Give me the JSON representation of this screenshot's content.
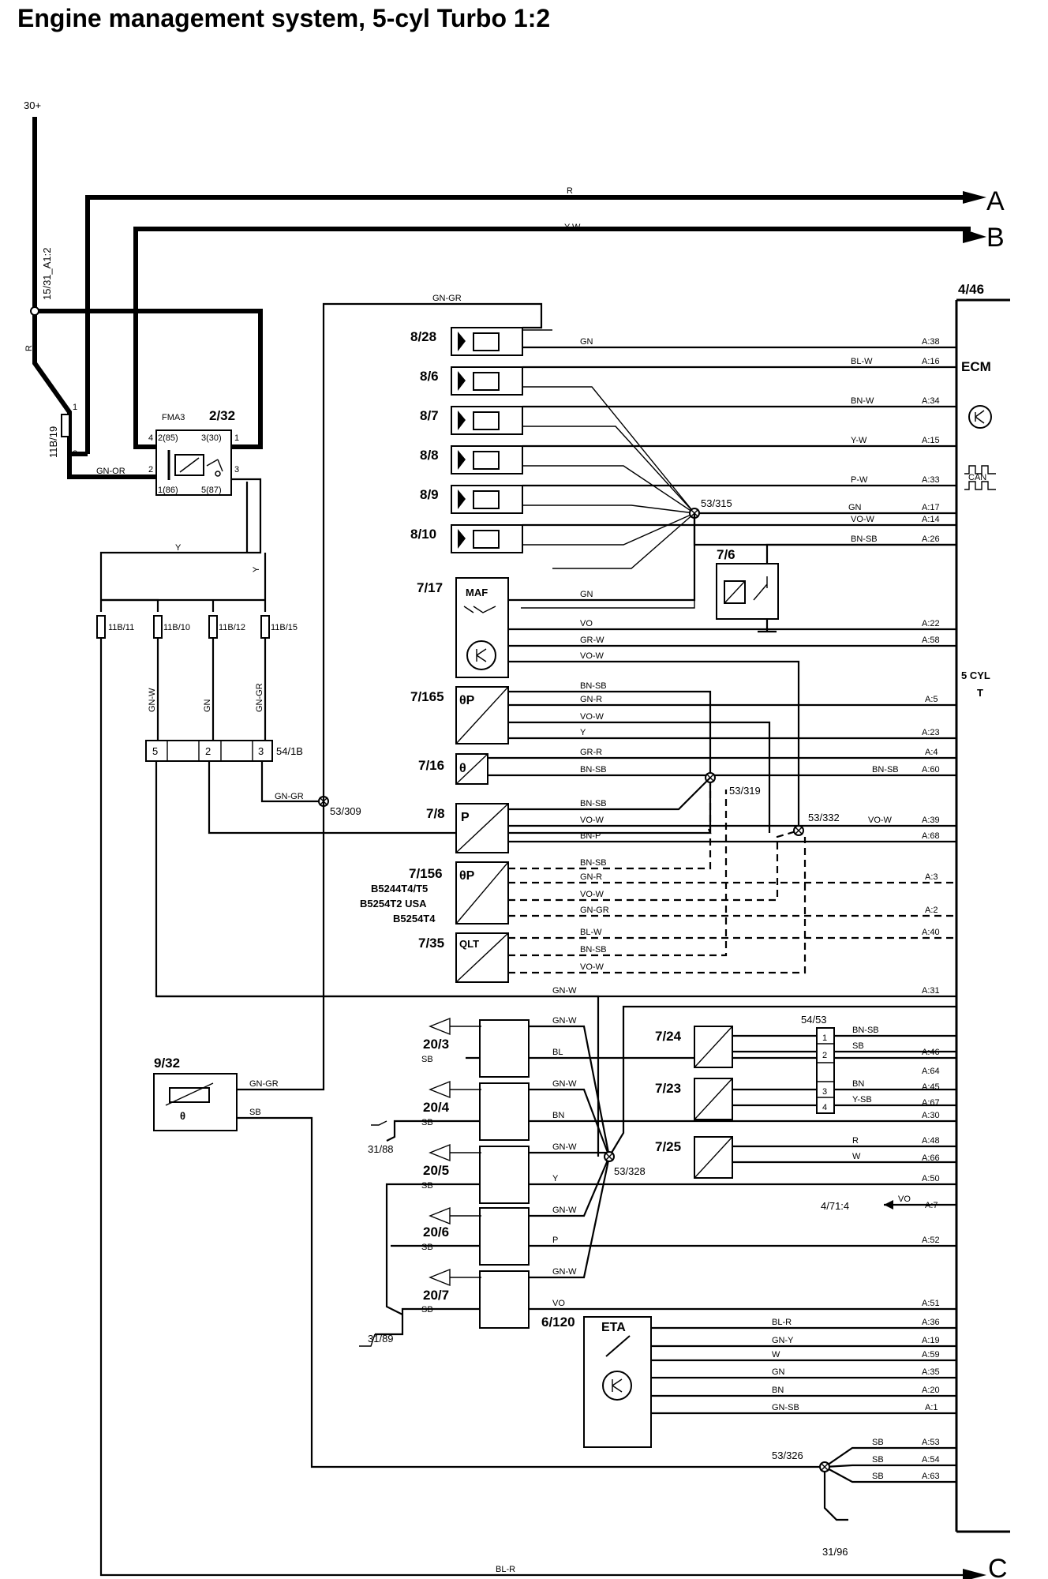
{
  "title": "Engine management system, 5-cyl Turbo 1:2",
  "supply": {
    "label": "30+",
    "ref": "15/31_A1:2",
    "wire_r": "R"
  },
  "exits": [
    {
      "letter": "A",
      "wire": "R"
    },
    {
      "letter": "B",
      "wire": "Y-W"
    },
    {
      "letter": "C",
      "wire": "BL-R"
    }
  ],
  "ecm": {
    "ref": "4/46",
    "name": "ECM",
    "variant_line1": "5 CYL",
    "variant_line2": "T",
    "can_label": "CAN"
  },
  "relay": {
    "ref": "2/32",
    "fuse_ref": "FMA3",
    "fuse_main": "11B/19",
    "wire_gn_or": "GN-OR",
    "pins": [
      "2(85)",
      "3(30)",
      "1(86)",
      "5(87)",
      "4",
      "1",
      "2",
      "3"
    ]
  },
  "injectors": [
    {
      "ref": "8/28",
      "wire": "GN",
      "pin": "A:38"
    },
    {
      "ref": "8/6",
      "wire": "BL-W",
      "pin": "A:16"
    },
    {
      "ref": "8/7",
      "wire": "BN-W",
      "pin": "A:34"
    },
    {
      "ref": "8/8",
      "wire": "Y-W",
      "pin": "A:15"
    },
    {
      "ref": "8/9",
      "wire": "P-W",
      "pin": "A:33"
    },
    {
      "ref": "8/10",
      "wire": "VO-W",
      "pin": "A:14"
    }
  ],
  "fuses": [
    "11B/11",
    "11B/10",
    "11B/12",
    "11B/15"
  ],
  "connector_54_1b": {
    "ref": "54/1B",
    "pins": [
      "5",
      "2",
      "3"
    ]
  },
  "splices": [
    "53/315",
    "53/309",
    "53/319",
    "53/332",
    "53/328",
    "53/326"
  ],
  "grounds": [
    "31/88",
    "31/89",
    "31/96"
  ],
  "sensors": [
    {
      "ref": "7/17",
      "name": "MAF"
    },
    {
      "ref": "7/6",
      "name": ""
    },
    {
      "ref": "7/165",
      "name": "θP"
    },
    {
      "ref": "7/16",
      "name": "θ"
    },
    {
      "ref": "7/8",
      "name": "P"
    },
    {
      "ref": "7/156",
      "name": "θP",
      "variants": [
        "B5244T4/T5",
        "B5254T2 USA",
        "B5254T4"
      ]
    },
    {
      "ref": "7/35",
      "name": "QLT"
    },
    {
      "ref": "9/32",
      "name": "θ"
    },
    {
      "ref": "7/24",
      "name": ""
    },
    {
      "ref": "7/23",
      "name": ""
    },
    {
      "ref": "7/25",
      "name": ""
    },
    {
      "ref": "6/120",
      "name": "ETA"
    }
  ],
  "coils": [
    "20/3",
    "20/4",
    "20/5",
    "20/6",
    "20/7"
  ],
  "connector_54_53": {
    "ref": "54/53",
    "pins": [
      "1",
      "2",
      "3",
      "4"
    ]
  },
  "other_ref": {
    "ref": "4/71:4",
    "wire": "VO",
    "pin": "A:7"
  },
  "wire_labels": [
    "GN-GR",
    "GN",
    "BN-SB",
    "VO",
    "GR-W",
    "VO-W",
    "GN-R",
    "Y",
    "GR-R",
    "BN-P",
    "BL-W",
    "GN-W",
    "BL",
    "BN",
    "P",
    "SB",
    "Y-SB",
    "R",
    "W",
    "BL-R",
    "GN-Y",
    "GN-SB",
    "GN-W"
  ],
  "ecm_pins": [
    "A:38",
    "A:16",
    "A:34",
    "A:15",
    "A:33",
    "A:17",
    "A:14",
    "A:26",
    "A:22",
    "A:58",
    "A:5",
    "A:23",
    "A:4",
    "A:60",
    "A:39",
    "A:68",
    "A:3",
    "A:2",
    "A:40",
    "A:31",
    "A:46",
    "A:64",
    "A:45",
    "A:67",
    "A:30",
    "A:48",
    "A:66",
    "A:50",
    "A:7",
    "A:52",
    "A:51",
    "A:36",
    "A:19",
    "A:59",
    "A:35",
    "A:20",
    "A:1",
    "A:53",
    "A:54",
    "A:63"
  ]
}
